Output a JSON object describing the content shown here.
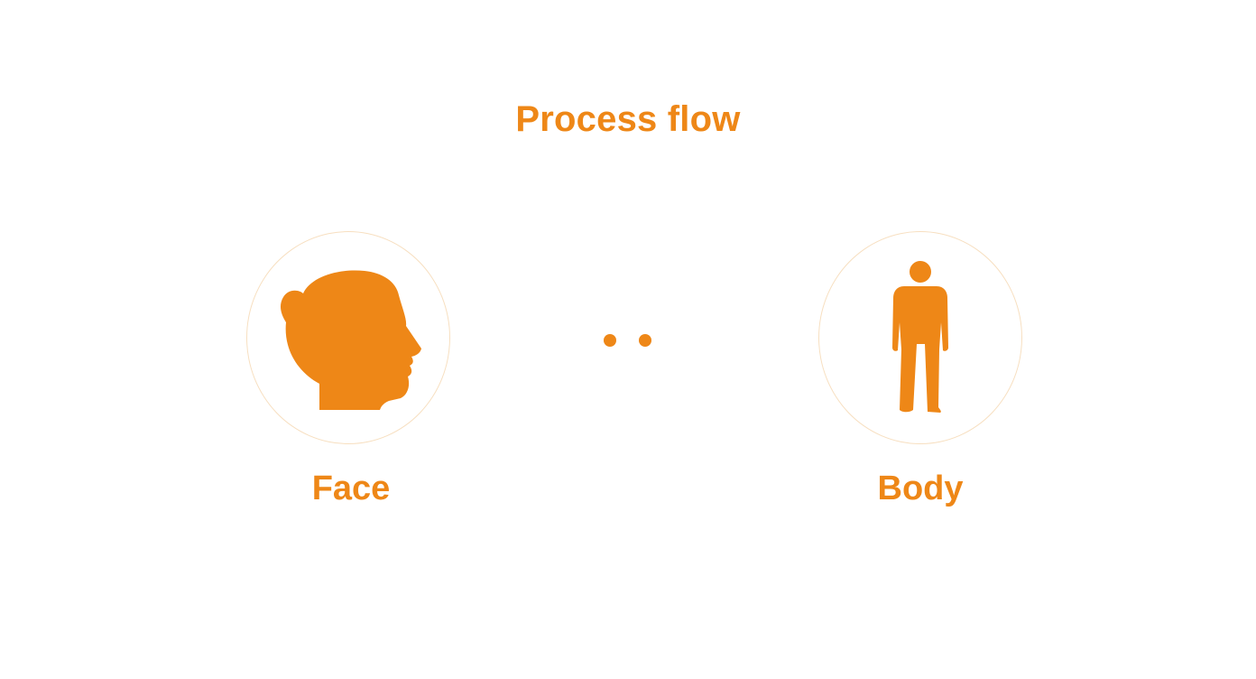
{
  "diagram": {
    "title": "Process flow",
    "accent_color": "#ee8717",
    "nodes": [
      {
        "label": "Face",
        "icon": "head-profile-icon"
      },
      {
        "label": "Body",
        "icon": "person-figure-icon"
      }
    ],
    "connector": {
      "icon": "ellipsis-dots-icon"
    }
  }
}
